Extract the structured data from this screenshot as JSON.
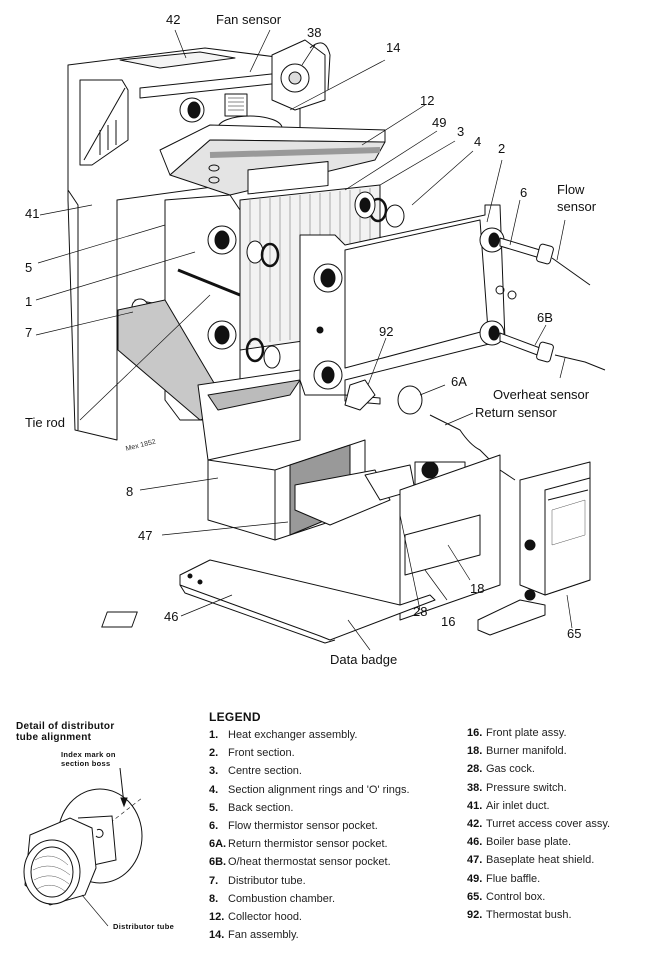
{
  "diagram": {
    "reference": "Mex 1852",
    "callouts": {
      "c42": "42",
      "fan_sensor": "Fan sensor",
      "c38": "38",
      "c14": "14",
      "c12": "12",
      "c49": "49",
      "c3": "3",
      "c4": "4",
      "c2": "2",
      "c6": "6",
      "flow_sensor_line1": "Flow",
      "flow_sensor_line2": "sensor",
      "c41": "41",
      "c5": "5",
      "c1": "1",
      "c7": "7",
      "c92": "92",
      "c6B": "6B",
      "c6A": "6A",
      "overheat_sensor": "Overheat  sensor",
      "return_sensor": "Return sensor",
      "tie_rod": "Tie rod",
      "c8": "8",
      "c47": "47",
      "c46": "46",
      "c28": "28",
      "c16": "16",
      "c18": "18",
      "c65": "65",
      "data_badge": "Data badge"
    }
  },
  "detail": {
    "title_line1": "Detail of distributor",
    "title_line2": "tube alignment",
    "index_mark_line1": "Index mark on",
    "index_mark_line2": "section boss",
    "distributor_tube": "Distributor tube"
  },
  "legend": {
    "title": "LEGEND",
    "left": [
      {
        "num": "1.",
        "text": "Heat exchanger assembly."
      },
      {
        "num": "2.",
        "text": "Front section."
      },
      {
        "num": "3.",
        "text": "Centre section."
      },
      {
        "num": "4.",
        "text": "Section alignment rings and 'O' rings."
      },
      {
        "num": "5.",
        "text": "Back section."
      },
      {
        "num": "6.",
        "text": "Flow thermistor sensor pocket."
      },
      {
        "num": "6A.",
        "text": "Return thermistor sensor pocket."
      },
      {
        "num": "6B.",
        "text": "O/heat thermostat sensor pocket."
      },
      {
        "num": "7.",
        "text": "Distributor tube."
      },
      {
        "num": "8.",
        "text": "Combustion chamber."
      },
      {
        "num": "12.",
        "text": "Collector hood."
      },
      {
        "num": "14.",
        "text": "Fan assembly."
      }
    ],
    "right": [
      {
        "num": "16.",
        "text": "Front plate assy."
      },
      {
        "num": "18.",
        "text": "Burner manifold."
      },
      {
        "num": "28.",
        "text": "Gas cock."
      },
      {
        "num": "38.",
        "text": "Pressure switch."
      },
      {
        "num": "41.",
        "text": "Air inlet duct."
      },
      {
        "num": "42.",
        "text": "Turret access cover assy."
      },
      {
        "num": "46.",
        "text": "Boiler base plate."
      },
      {
        "num": "47.",
        "text": "Baseplate heat shield."
      },
      {
        "num": "49.",
        "text": "Flue baffle."
      },
      {
        "num": "65.",
        "text": "Control box."
      },
      {
        "num": "92.",
        "text": "Thermostat bush."
      }
    ]
  }
}
